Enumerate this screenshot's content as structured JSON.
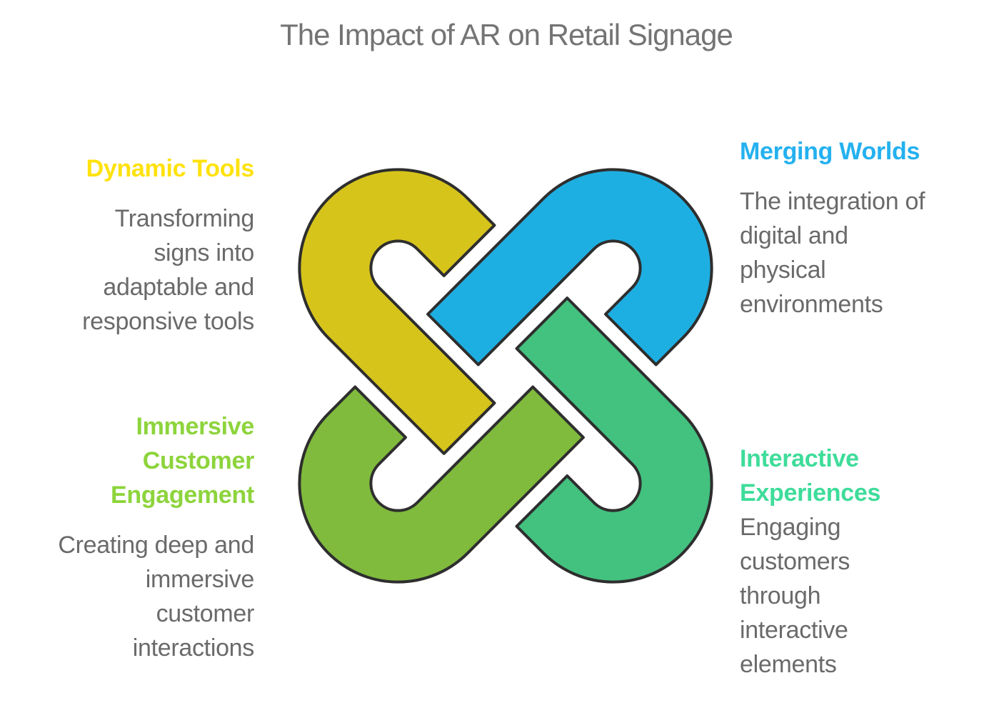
{
  "title": {
    "text": "The Impact of AR on Retail Signage",
    "color": "#747474"
  },
  "body_text_color": "#6a6a6a",
  "sections": {
    "top_left": {
      "heading": "Dynamic Tools",
      "heading_color": "#ffe20d",
      "body": "Transforming\nsigns into\nadaptable and\nresponsive tools"
    },
    "top_right": {
      "heading": "Merging Worlds",
      "heading_color": "#24b1ef",
      "body": "The integration of\ndigital and\nphysical\nenvironments"
    },
    "bottom_left": {
      "heading": "Immersive\nCustomer\nEngagement",
      "heading_color": "#8dd43c",
      "body": "Creating deep and\nimmersive\ncustomer\ninteractions"
    },
    "bottom_right": {
      "heading": "Interactive\nExperiences",
      "heading_color": "#3edc9a",
      "body": "Engaging\ncustomers\nthrough\ninteractive\nelements"
    }
  },
  "knot": {
    "outline": "#2e2e2e",
    "colors": {
      "yellow": "#d6c41b",
      "blue": "#1eafe2",
      "teal": "#43c17f",
      "green": "#80bb3d"
    }
  }
}
